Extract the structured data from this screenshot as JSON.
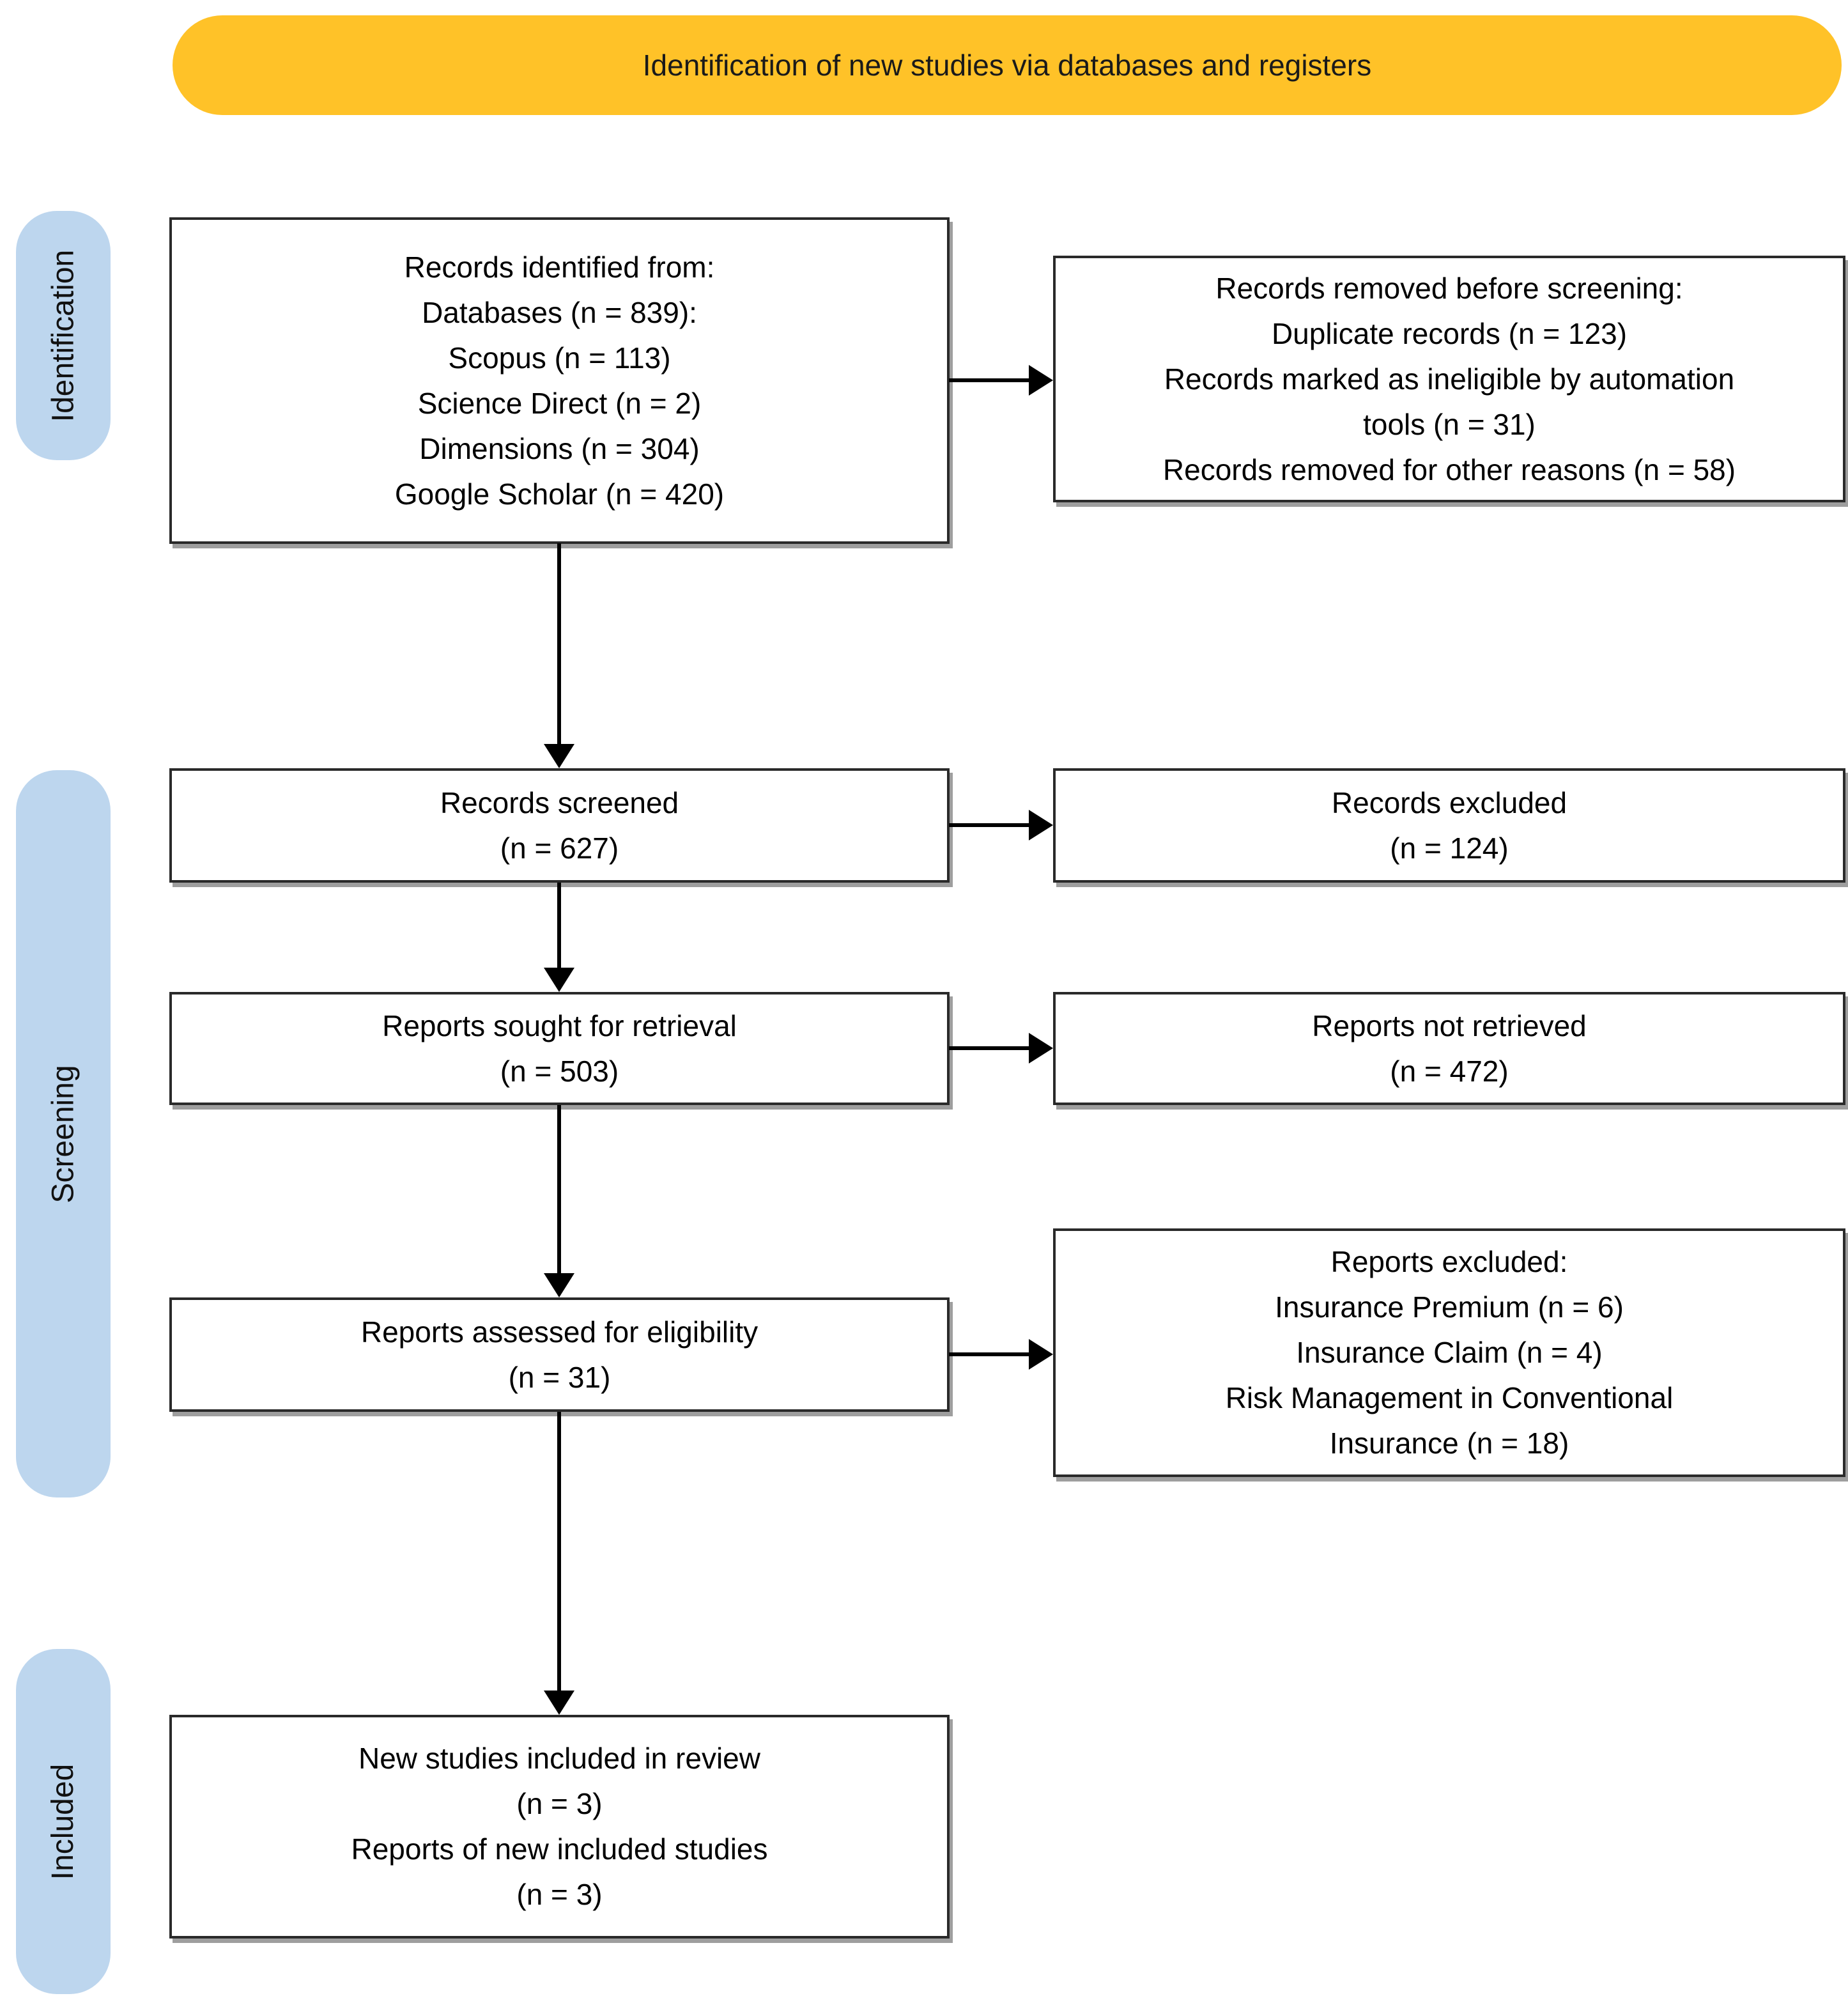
{
  "banner": {
    "label": "Identification of new studies via databases and registers"
  },
  "stages": {
    "identification": "Identification",
    "screening": "Screening",
    "included": "Included"
  },
  "boxes": {
    "records_identified": {
      "lines": [
        "Records identified from:",
        "Databases (n = 839):",
        "Scopus (n = 113)",
        "Science Direct (n = 2)",
        "Dimensions (n = 304)",
        "Google Scholar (n = 420)"
      ]
    },
    "records_removed": {
      "lines": [
        "Records removed before screening:",
        "Duplicate records (n = 123)",
        "Records marked as ineligible by automation",
        "tools (n = 31)",
        "Records removed for other reasons (n = 58)"
      ]
    },
    "records_screened": {
      "lines": [
        "Records screened",
        "(n = 627)"
      ]
    },
    "records_excluded": {
      "lines": [
        "Records excluded",
        "(n = 124)"
      ]
    },
    "reports_sought": {
      "lines": [
        "Reports sought for retrieval",
        "(n = 503)"
      ]
    },
    "reports_not_retrieved": {
      "lines": [
        "Reports not retrieved",
        "(n = 472)"
      ]
    },
    "reports_assessed": {
      "lines": [
        "Reports assessed for eligibility",
        "(n = 31)"
      ]
    },
    "reports_excluded": {
      "lines": [
        "Reports excluded:",
        "Insurance Premium (n = 6)",
        "Insurance Claim (n = 4)",
        "Risk Management in Conventional",
        "Insurance (n = 18)"
      ]
    },
    "new_studies": {
      "lines": [
        "New studies included in review",
        "(n = 3)",
        "Reports of new included studies",
        "(n = 3)"
      ]
    }
  },
  "colors": {
    "banner_bg": "#FFC228",
    "stage_bg": "#BDD6EE",
    "box_border": "#2A2A2A",
    "arrow": "#000000",
    "shadow": "#9E9E9E"
  }
}
